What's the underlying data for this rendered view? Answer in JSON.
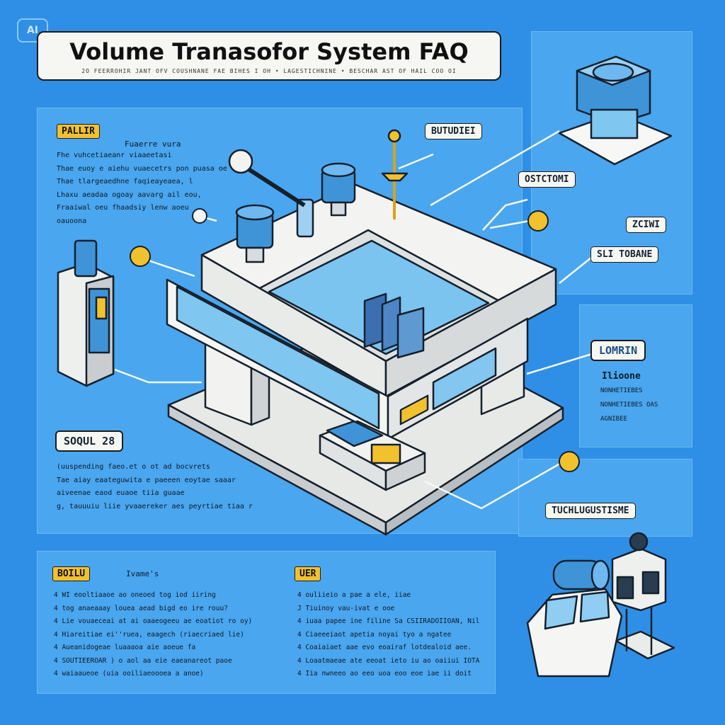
{
  "badge": "AI",
  "title": "Volume Tranasofor System FAQ",
  "subtitle": "2O  FEERROHIR  JANT  OFV  COUSHNANE  FAE BIHES I OH  •  LAGESTICHNINE  •  BESCHAR AST OF HAIL COO  OI",
  "top_left": {
    "heading": "PALLIR",
    "subheading": "Fuaerre vura",
    "lines": [
      "Fhe vuhcetiaeanr viaaeetasi",
      "Thae euoy e aiehu vuaecetrs pon puasa oe",
      "Thae tlargeaedhne faqieayeaea, l",
      "Lhaxu aeadaa ogoay aavarg ail eou,",
      "Fraaiwal oeu fhaadsiy lenw aoeu",
      "oauoona"
    ]
  },
  "callouts": {
    "butudiei": "BUTUDIEI",
    "ostctomi": "OSTCTOMI",
    "zciwi": "ZCIWI",
    "sli_tobane": "SLI TOBANE",
    "tuchlugustisme": "TUCHLUGUSTISME"
  },
  "lomrin": {
    "heading": "LOMRIN",
    "sub": "Ilioone",
    "lines": [
      "NONHETIEBES",
      "NONHETIEBES OAS",
      "AGNIBEE"
    ]
  },
  "sqoul": {
    "heading": "SOQUL 28",
    "lines": [
      "(uuspending faeo.et o ot ad bocvrets",
      "Tae aiay eaateguwita e paeeen eoytae saaar",
      "aiveenae eaod euaoe tiia guaae",
      "g, tauuuiu liie yvaaereker aes peyrtiae tiaa r"
    ]
  },
  "boilu": {
    "heading": "BOILU",
    "sub": "Ivame's",
    "lines": [
      "4  WI eooltiaaoe  ao oneoed tog iod iiring",
      "4  tog anaeaaay louea aead bigd eo ire rouu?",
      "4  Lie vouaeceai at ai oaaeogeeu ae eoatiot ro oy)",
      "4  Hiareitiae ei''ruea, eaagech (riaecriaed lie)",
      "4  Aueanidogeae luaaaoa aie aoeue fa",
      "4  SOUTIEEROAR ) o aol aa eie eaeanareot paoe",
      "4  waiaaueoe (uia ooiliaeoooea a anoe)"
    ]
  },
  "uer": {
    "heading": "UER",
    "lines": [
      "4  ouliieio a pae a ele, iiae",
      "J  Tiuinoy vau-ivat e ooe",
      "4  iuaa papee ine filine Sa CSIIRADOIIOAN, Nil",
      "4  Ciaeeeiaot apetia noyai tyo a ngatee",
      "4  Coaiaiaet aae evo eoairaf lotdealoid aee.",
      "4  Loaatmaeae ate eeoat ieto iu ao oaiiui IOTA",
      "4  Iia nwneeo ao eeo uoa eoo eoe iae ii doit"
    ]
  },
  "colors": {
    "background": "#2f8fe6",
    "panel": "#4aa6ee",
    "accent_yellow": "#f2c12e",
    "machine_white": "#eef0ee",
    "machine_blue": "#3f94d8"
  }
}
